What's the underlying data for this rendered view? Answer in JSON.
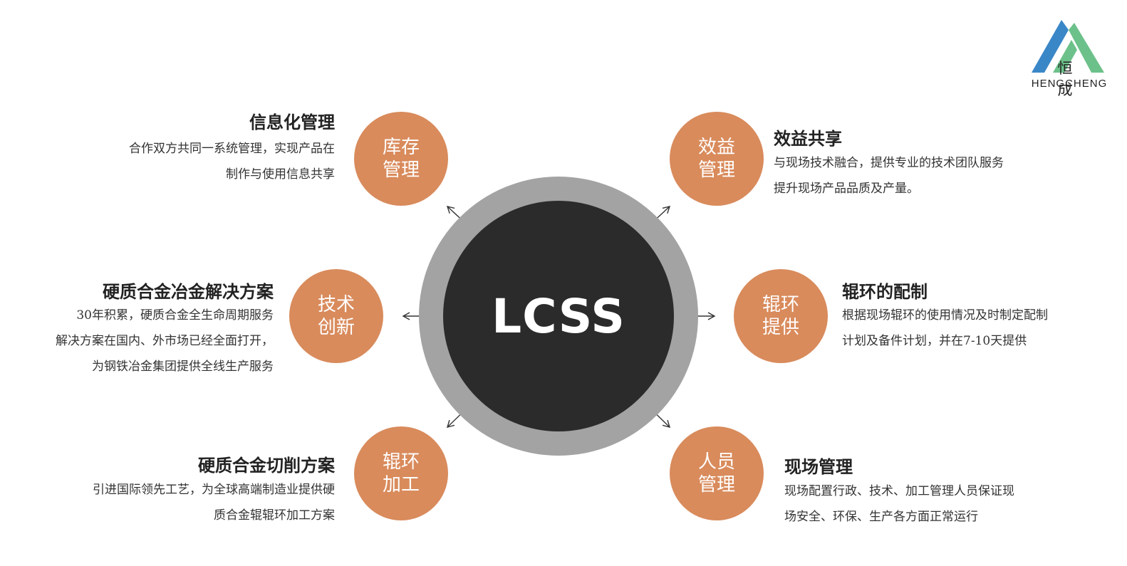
{
  "logo": {
    "name_cn": "恒 成",
    "name_en": "HENGCHENG",
    "colors": [
      "#3a87c8",
      "#6cc18a"
    ]
  },
  "hub": {
    "label": "LCSS",
    "outer_color": "#a3a3a3",
    "inner_color": "#2b2b2b"
  },
  "accent_color": "#d98b5c",
  "items": [
    {
      "node": "库存管理",
      "title": "信息化管理",
      "desc": "合作双方共同一系统管理，实现产品在\n制作与使用信息共享"
    },
    {
      "node": "技术创新",
      "title": "硬质合金冶金解决方案",
      "desc": "30年积累，硬质合金全生命周期服务\n解决方案在国内、外市场已经全面打开，\n为钢铁冶金集团提供全线生产服务"
    },
    {
      "node": "辊环加工",
      "title": "硬质合金切削方案",
      "desc": "引进国际领先工艺，为全球高端制造业提供硬\n质合金辊辊环加工方案"
    },
    {
      "node": "效益管理",
      "title": "效益共享",
      "desc": "与现场技术融合，提供专业的技术团队服务\n提升现场产品品质及产量。"
    },
    {
      "node": "辊环提供",
      "title": "辊环的配制",
      "desc": "根据现场辊环的使用情况及时制定配制\n计划及备件计划，并在7-10天提供"
    },
    {
      "node": "人员管理",
      "title": "现场管理",
      "desc": "现场配置行政、技术、加工管理人员保证现\n场安全、环保、生产各方面正常运行"
    }
  ]
}
